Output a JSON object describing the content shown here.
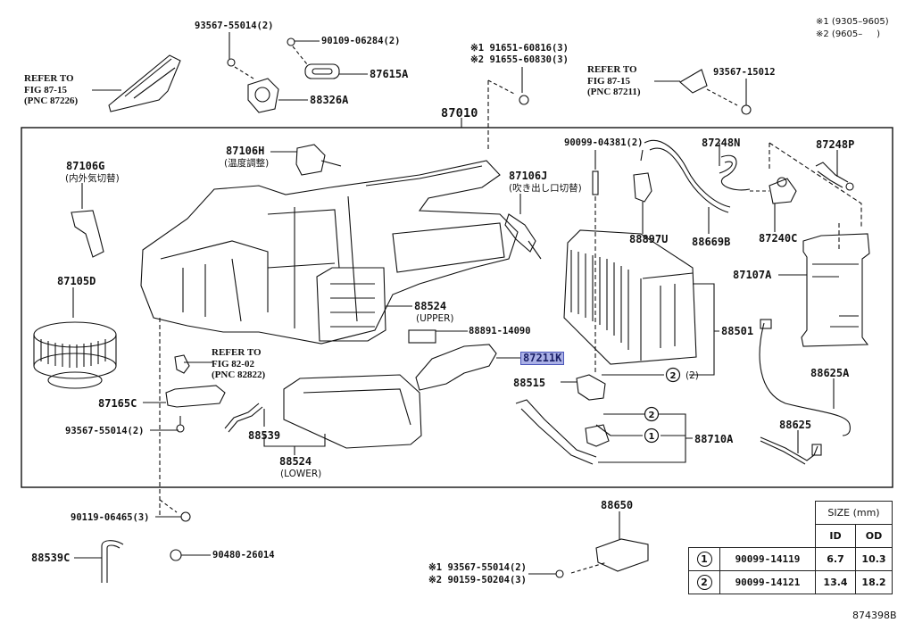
{
  "diagram": {
    "figure_id": "874398B",
    "footnotes": [
      "※1 (9305–9605)",
      "※2 (9605–     )"
    ],
    "main_assembly": "87010",
    "parts": {
      "p93567_55014_top": "93567-55014(2)",
      "p90109_06284": "90109-06284(2)",
      "p87615A": "87615A",
      "p88326A": "88326A",
      "ref_87226": "REFER TO\nFIG 87-15\n(PNC 87226)",
      "ref_87211": "REFER TO\nFIG 87-15\n(PNC 87211)",
      "p91651_line1": "※1 91651-60816(3)",
      "p91655_line2": "※2 91655-60830(3)",
      "p93567_15012": "93567-15012",
      "p87106H": "87106H",
      "p87106H_sub": "(温度調整)",
      "p87106G": "87106G",
      "p87106G_sub": "(内外気切替)",
      "p87106J": "87106J",
      "p87106J_sub": "(吹き出し口切替)",
      "p90099_04381": "90099-04381(2)",
      "p87248N": "87248N",
      "p87248P": "87248P",
      "p88897U": "88897U",
      "p88669B": "88669B",
      "p87240C": "87240C",
      "p87107A": "87107A",
      "p87105D": "87105D",
      "p88524_upper": "88524",
      "p88524_upper_sub": "(UPPER)",
      "p88891_14090": "88891-14090",
      "p87211K": "87211K",
      "p88515": "88515",
      "p88501": "88501",
      "p88501_qty": "(2)",
      "ref_82822": "REFER TO\nFIG 82-02\n(PNC 82822)",
      "p87165C": "87165C",
      "p93567_55014_left": "93567-55014(2)",
      "p88539": "88539",
      "p88524_lower": "88524",
      "p88524_lower_sub": "(LOWER)",
      "p88710A": "88710A",
      "p88625A": "88625A",
      "p88625": "88625",
      "p90119_06465": "90119-06465(3)",
      "p88539C": "88539C",
      "p90480_26014": "90480-26014",
      "p88650": "88650",
      "p93567_bottom_line1": "※1 93567-55014(2)",
      "p90159_bottom_line2": "※2 90159-50204(3)"
    },
    "callouts": {
      "one": "1",
      "two": "2"
    },
    "highlighted_part": "87211K",
    "highlight_color": "#aab0e6"
  },
  "size_table": {
    "header": "SIZE (mm)",
    "columns": [
      "ID",
      "OD"
    ],
    "rows": [
      {
        "key": "1",
        "part": "90099-14119",
        "id": "6.7",
        "od": "10.3"
      },
      {
        "key": "2",
        "part": "90099-14121",
        "id": "13.4",
        "od": "18.2"
      }
    ]
  }
}
